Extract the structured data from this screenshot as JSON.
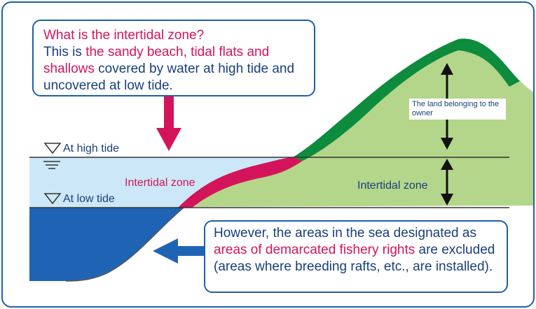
{
  "top_callout": {
    "question": "What is the intertidal zone?",
    "part1": "This is ",
    "highlight": "the sandy beach, tidal flats and shallows",
    "part2": " covered by water at high tide and uncovered at low tide."
  },
  "bottom_callout": {
    "part1": "However, the areas in the sea designated as ",
    "highlight": "areas of demarcated fishery rights",
    "part2": " are excluded (areas where breeding rafts, etc., are installed)."
  },
  "labels": {
    "high_tide": "At high tide",
    "low_tide": "At low tide",
    "intertidal_left": "Intertidal zone",
    "intertidal_right": "Intertidal zone",
    "owner_land": "The land belonging to the owner"
  },
  "colors": {
    "frame_border": "#1f5fa8",
    "high_water": "#cce8f8",
    "deep_water": "#1f64b4",
    "land_fill": "#b4d68a",
    "land_top": "#0c8c3c",
    "intertidal_strip": "#d4145a",
    "text_blue": "#1a3f7a",
    "text_magenta": "#d4145a"
  }
}
